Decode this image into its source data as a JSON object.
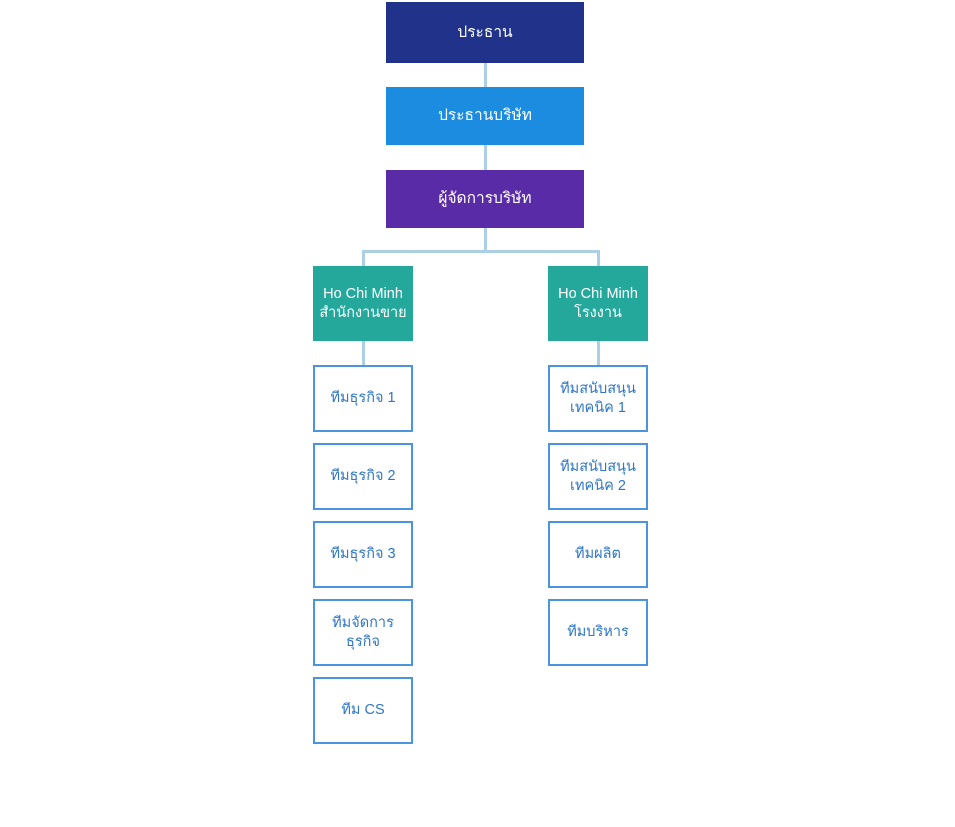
{
  "colors": {
    "level1": "#203289",
    "level2": "#1b8ce0",
    "level3": "#5a2ba6",
    "branch": "#24a89b",
    "team_border": "#4a94e0",
    "team_text": "#2e76c8",
    "connector": "#abd0e6",
    "background": "#ffffff"
  },
  "org": {
    "level1": {
      "label": "ประธาน"
    },
    "level2": {
      "label": "ประธานบริษัท"
    },
    "level3": {
      "label": "ผู้จัดการบริษัท"
    },
    "branches": [
      {
        "line1": "Ho Chi Minh",
        "line2": "สำนักงานขาย",
        "teams": [
          {
            "line1": "ทีมธุรกิจ 1",
            "line2": ""
          },
          {
            "line1": "ทีมธุรกิจ 2",
            "line2": ""
          },
          {
            "line1": "ทีมธุรกิจ 3",
            "line2": ""
          },
          {
            "line1": "ทีมจัดการ",
            "line2": "ธุรกิจ"
          },
          {
            "line1": "ทีม CS",
            "line2": ""
          }
        ]
      },
      {
        "line1": "Ho Chi Minh",
        "line2": "โรงงาน",
        "teams": [
          {
            "line1": "ทีมสนับสนุน",
            "line2": "เทคนิค 1"
          },
          {
            "line1": "ทีมสนับสนุน",
            "line2": "เทคนิค 2"
          },
          {
            "line1": "ทีมผลิต",
            "line2": ""
          },
          {
            "line1": "ทีมบริหาร",
            "line2": ""
          }
        ]
      }
    ]
  }
}
